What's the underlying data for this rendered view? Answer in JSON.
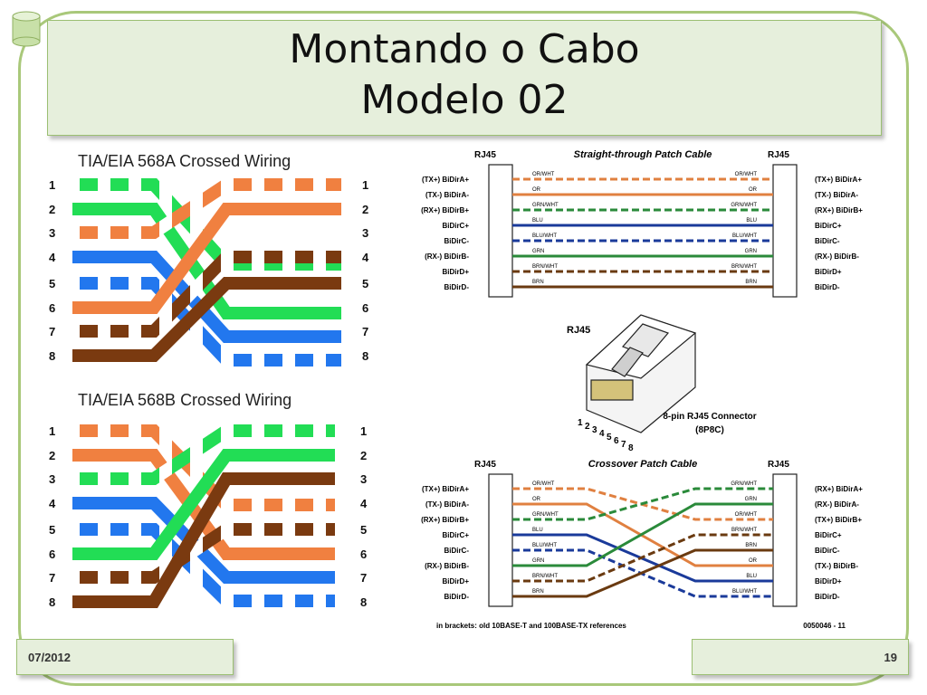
{
  "slide": {
    "title_line1": "Montando o Cabo",
    "title_line2": "Modelo 02",
    "date": "07/2012",
    "page_number": "19",
    "icon": "database-icon"
  },
  "left": {
    "diagram_a_title": "TIA/EIA 568A Crossed Wiring",
    "diagram_b_title": "TIA/EIA 568B Crossed Wiring",
    "pins": [
      "1",
      "2",
      "3",
      "4",
      "5",
      "6",
      "7",
      "8"
    ]
  },
  "right": {
    "rj45_label": "RJ45",
    "straight_title": "Straight-through Patch Cable",
    "crossover_title": "Crossover Patch Cable",
    "connector_title": "RJ45",
    "connector_caption_1": "8-pin RJ45 Connector",
    "connector_caption_2": "(8P8C)",
    "connector_pins": [
      "1",
      "2",
      "3",
      "4",
      "5",
      "6",
      "7",
      "8"
    ],
    "straight_left_labels": [
      "(TX+) BiDirA+",
      "(TX-) BiDirA-",
      "(RX+) BiDirB+",
      "BiDirC+",
      "BiDirC-",
      "(RX-) BiDirB-",
      "BiDirD+",
      "BiDirD-"
    ],
    "straight_right_labels": [
      "(TX+) BiDirA+",
      "(TX-) BiDirA-",
      "(RX+) BiDirB+",
      "BiDirC+",
      "BiDirC-",
      "(RX-) BiDirB-",
      "BiDirD+",
      "BiDirD-"
    ],
    "straight_wire_left": [
      "OR/WHT",
      "OR",
      "GRN/WHT",
      "BLU",
      "BLU/WHT",
      "GRN",
      "BRN/WHT",
      "BRN"
    ],
    "straight_wire_right": [
      "OR/WHT",
      "OR",
      "GRN/WHT",
      "BLU",
      "BLU/WHT",
      "GRN",
      "BRN/WHT",
      "BRN"
    ],
    "cross_left_labels": [
      "(TX+) BiDirA+",
      "(TX-) BiDirA-",
      "(RX+) BiDirB+",
      "BiDirC+",
      "BiDirC-",
      "(RX-) BiDirB-",
      "BiDirD+",
      "BiDirD-"
    ],
    "cross_right_labels": [
      "(RX+) BiDirA+",
      "(RX-) BiDirA-",
      "(TX+) BiDirB+",
      "BiDirC+",
      "BiDirC-",
      "(TX-) BiDirB-",
      "BiDirD+",
      "BiDirD-"
    ],
    "cross_wire_left": [
      "OR/WHT",
      "OR",
      "GRN/WHT",
      "BLU",
      "BLU/WHT",
      "GRN",
      "BRN/WHT",
      "BRN"
    ],
    "cross_wire_right": [
      "GRN/WHT",
      "GRN",
      "OR/WHT",
      "BRN/WHT",
      "BRN",
      "OR",
      "BLU",
      "BLU/WHT"
    ],
    "footnote": "in brackets: old 10BASE-T and 100BASE-TX references",
    "figure_id": "0050046 - 11"
  },
  "colors": {
    "orange": "#f08040",
    "green": "#22dd55",
    "blue": "#2277ee",
    "brown": "#7a3a10",
    "frame": "#a9c87a",
    "box_fill": "#e6efdc"
  }
}
